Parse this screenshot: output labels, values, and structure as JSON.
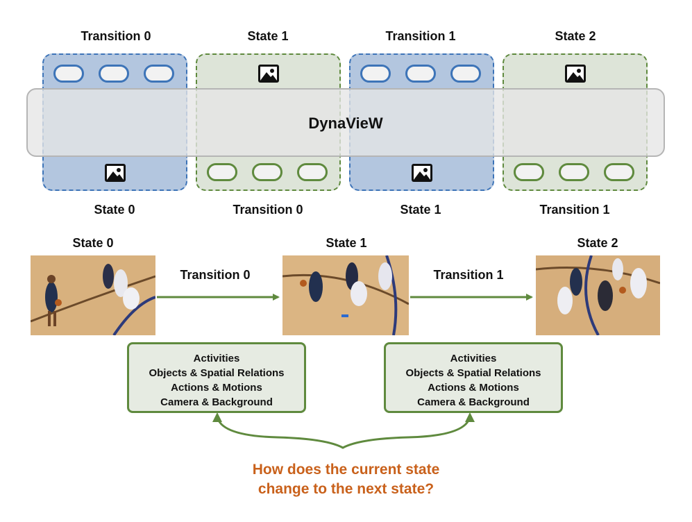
{
  "model_name": "DynaVieW",
  "top_row": {
    "top_labels": [
      "Transition 0",
      "State 1",
      "Transition 1",
      "State 2"
    ],
    "bottom_labels": [
      "State 0",
      "Transition 0",
      "State 1",
      "Transition 1"
    ]
  },
  "timeline": {
    "state_labels": [
      "State 0",
      "State 1",
      "State 2"
    ],
    "transition_labels": [
      "Transition 0",
      "Transition 1"
    ]
  },
  "attributes": [
    "Activities",
    "Objects & Spatial Relations",
    "Actions & Motions",
    "Camera & Background"
  ],
  "question": {
    "line1": "How does the current state",
    "line2": "change to the next state?"
  },
  "colors": {
    "transition_blue": "#3d74b8",
    "state_green": "#5f8a3e",
    "question_orange": "#c9611b"
  },
  "icons": {
    "frame": "image-icon",
    "token": "pill-token"
  }
}
